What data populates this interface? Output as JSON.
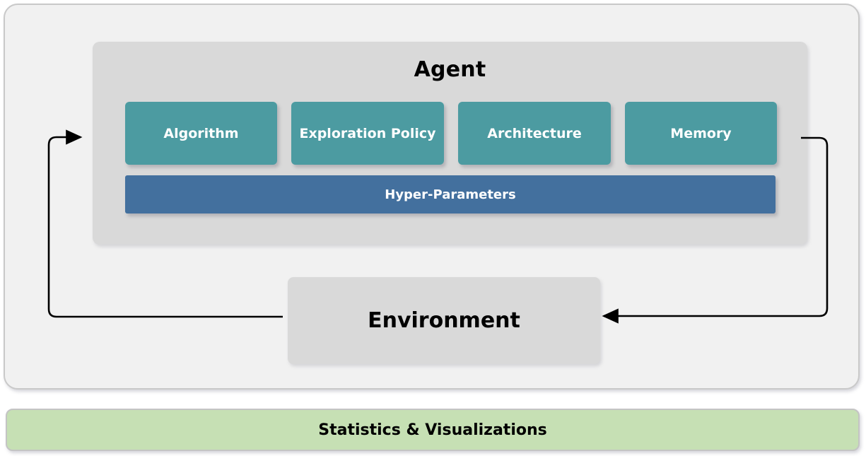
{
  "diagram": {
    "title_hidden": "",
    "colors": {
      "canvas_background": "#FFFFFF",
      "outer_panel": "#F1F1F1",
      "agent_panel": "#D9D9D9",
      "component_teal": "#4C9BA1",
      "hyper_blue": "#43709E",
      "environment_gray": "#D9D9D9",
      "stats_green": "#C6E0B4",
      "arrow_stroke": "#000000",
      "text_dark": "#000000",
      "text_light": "#FFFFFF"
    }
  },
  "agent": {
    "title": "Agent",
    "components": [
      {
        "label": "Algorithm"
      },
      {
        "label": "Exploration Policy"
      },
      {
        "label": "Architecture"
      },
      {
        "label": "Memory"
      }
    ],
    "hyper_parameters": {
      "label": "Hyper-Parameters"
    }
  },
  "environment": {
    "label": "Environment"
  },
  "statistics": {
    "label": "Statistics & Visualizations"
  },
  "arrows": [
    {
      "name": "environment-to-agent",
      "direction": "left-loop-up-right",
      "head": "arrowhead-right"
    },
    {
      "name": "agent-to-environment",
      "direction": "right-loop-down-left",
      "head": "arrowhead-left"
    }
  ]
}
